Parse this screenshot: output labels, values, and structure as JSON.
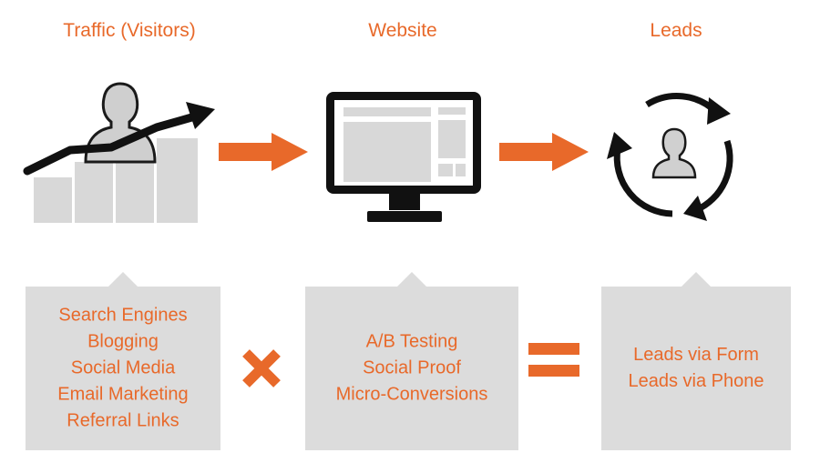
{
  "stages": [
    {
      "title": "Traffic (Visitors)",
      "items": [
        "Search Engines",
        "Blogging",
        "Social Media",
        "Email Marketing",
        "Referral Links"
      ]
    },
    {
      "title": "Website",
      "items": [
        "A/B Testing",
        "Social Proof",
        "Micro-Conversions"
      ]
    },
    {
      "title": "Leads",
      "items": [
        "Leads via Form",
        "Leads via Phone"
      ]
    }
  ],
  "operators": [
    "multiply-icon",
    "equals-icon"
  ],
  "colors": {
    "accent": "#e8692a",
    "box": "#dcdcdc",
    "icon_dark": "#111111",
    "icon_gray": "#d4d4d4"
  }
}
